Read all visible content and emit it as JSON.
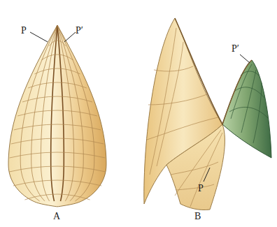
{
  "diagram": {
    "labels": [
      "P",
      "P′",
      "A",
      "P",
      "P′",
      "B"
    ]
  }
}
